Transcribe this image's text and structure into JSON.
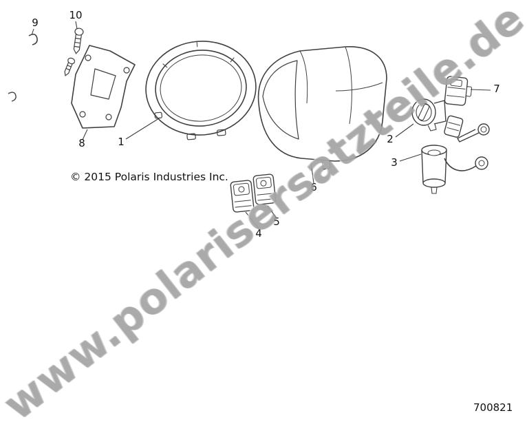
{
  "diagram": {
    "copyright": "© 2015 Polaris Industries Inc.",
    "part_number": "700821",
    "watermark": "www.polarisersatzteile.de",
    "callouts": [
      {
        "label": "1"
      },
      {
        "label": "2"
      },
      {
        "label": "3"
      },
      {
        "label": "4"
      },
      {
        "label": "5"
      },
      {
        "label": "6"
      },
      {
        "label": "7"
      },
      {
        "label": "8"
      },
      {
        "label": "9"
      },
      {
        "label": "10"
      }
    ],
    "colors": {
      "line": "#3f3f3f",
      "text": "#111111",
      "watermark": "#969696",
      "background": "#ffffff"
    }
  }
}
